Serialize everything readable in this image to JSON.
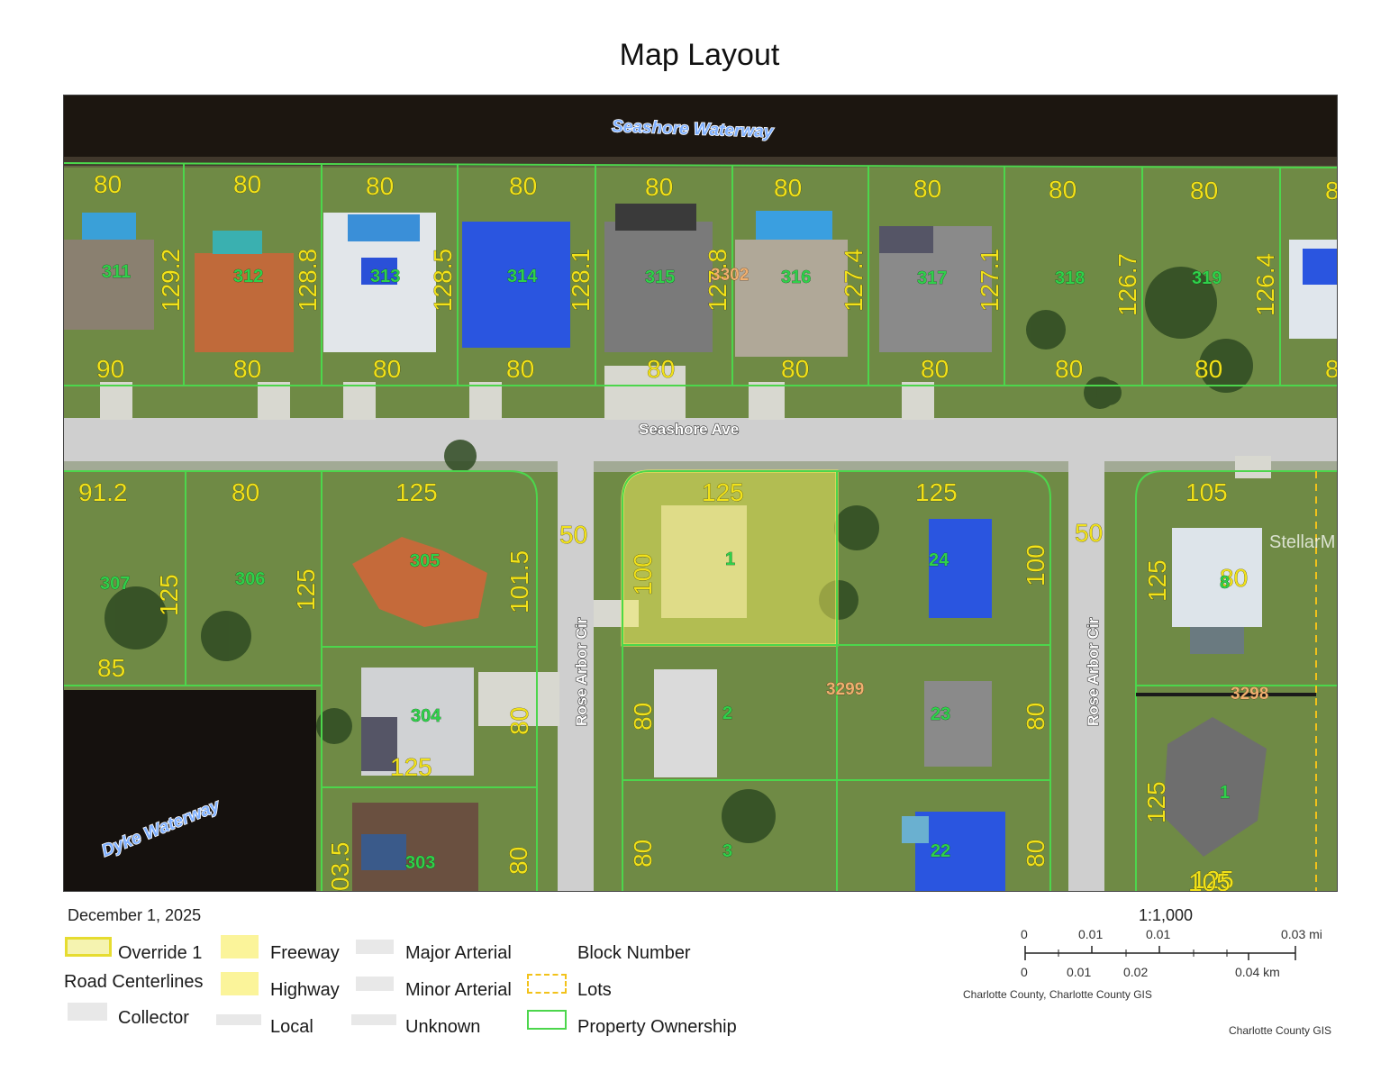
{
  "title": "Map Layout",
  "date": "December 1, 2025",
  "scale_ratio": "1:1,000",
  "water_labels": [
    "Seashore Waterway",
    "Dyke Waterway"
  ],
  "road_labels": [
    "Seashore Ave",
    "Rose Arbor Cir",
    "Rose Arbor Cir"
  ],
  "watermark": "StellarMLS",
  "lot_numbers": [
    "311",
    "312",
    "313",
    "314",
    "315",
    "316",
    "317",
    "318",
    "319",
    "307",
    "306",
    "305",
    "1",
    "24",
    "8",
    "304",
    "2",
    "23",
    "1",
    "303",
    "3",
    "22"
  ],
  "block_numbers": [
    "3302",
    "3299",
    "3298"
  ],
  "dimensions": {
    "north_top": [
      "80",
      "80",
      "80",
      "80",
      "80",
      "80",
      "80",
      "80",
      "80",
      "8"
    ],
    "north_bottom": [
      "90",
      "80",
      "80",
      "80",
      "80",
      "80",
      "80",
      "80",
      "80",
      "8"
    ],
    "north_depth": [
      "129.2",
      "128.8",
      "128.5",
      "128.1",
      "127.8",
      "127.4",
      "127.1",
      "126.7",
      "126.4"
    ],
    "south_top": [
      "91.2",
      "80",
      "125",
      "125",
      "125",
      "105"
    ],
    "south_misc": [
      "50",
      "50",
      "101.5",
      "100",
      "100",
      "125",
      "125",
      "125",
      "125",
      "85",
      "80",
      "125",
      "80",
      "80",
      "80",
      "80",
      "80",
      "80",
      "03.5",
      "125",
      "105"
    ]
  },
  "legend": {
    "override": "Override 1",
    "road_centerlines": "Road Centerlines",
    "collector": "Collector",
    "freeway": "Freeway",
    "highway": "Highway",
    "local": "Local",
    "major_arterial": "Major Arterial",
    "minor_arterial": "Minor Arterial",
    "unknown": "Unknown",
    "block_number": "Block Number",
    "lots": "Lots",
    "property_ownership": "Property Ownership"
  },
  "scale_bar": {
    "mi_ticks": [
      "0",
      "0.01",
      "0.01",
      "0.03 mi"
    ],
    "km_ticks": [
      "0",
      "0.01",
      "0.02",
      "0.04 km"
    ]
  },
  "credits": [
    "Charlotte County, Charlotte County GIS",
    "Charlotte County GIS"
  ],
  "colors": {
    "property_line": "#4cd64c",
    "dimension_label": "#f2e21a",
    "lot_number": "#2fd04a",
    "highlight": "#f5f060"
  }
}
